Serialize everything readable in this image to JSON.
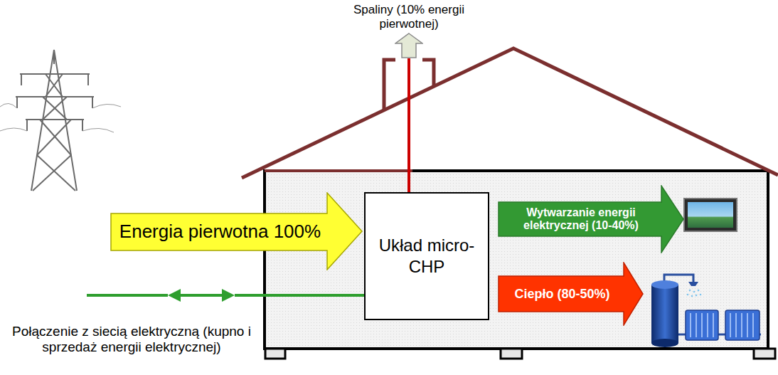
{
  "diagram": {
    "nodes": [
      {
        "text": [
          "Spaliny (10% energii pierwotnej)"
        ]
      },
      {
        "text": [
          "Energia pierwotna 100%"
        ]
      },
      {
        "text": [
          "Układ micro-CHP"
        ]
      },
      {
        "text": [
          "Wytwarzanie energii elektrycznej (10-40%)"
        ]
      },
      {
        "text": [
          "Ciepło (80-50%)"
        ]
      }
    ],
    "edges": [
      {
        "from": 2,
        "to": 0,
        "arrow": "none"
      }
    ],
    "labels": [
      "Połączenie z siecią elektryczną (kupno i sprzedaż energii elektrycznej)"
    ]
  }
}
